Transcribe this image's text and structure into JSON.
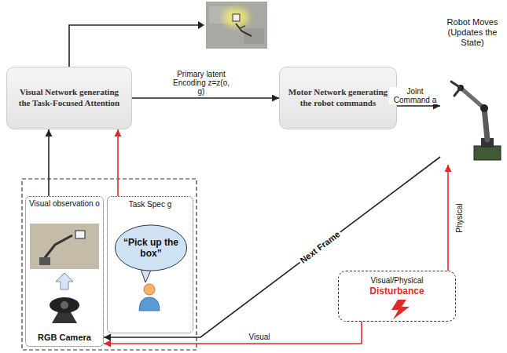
{
  "diagram": {
    "nodes": [
      {
        "text": [
          "Visual Network generating the Task-Focused Attention"
        ]
      },
      {
        "text": [
          "Motor Network generating the robot commands"
        ]
      },
      {
        "text": [
          "Robot Moves (Updates the State)"
        ]
      },
      {
        "text": [
          "Visual observation o",
          "RGB Camera"
        ]
      },
      {
        "text": [
          "Task Spec g"
        ]
      },
      {
        "text": [
          "“Pick up the box”"
        ],
        "in": 4
      },
      {
        "text": [
          "Visual/Physical",
          "Disturbance"
        ]
      }
    ],
    "edges": [
      {
        "from": 3,
        "to": 0,
        "arrow": "to"
      },
      {
        "from": 4,
        "to": 0,
        "arrow": "to"
      },
      {
        "from": 0,
        "to": 1,
        "label": "Primary latent Encoding z=z(o, g)",
        "arrow": "to"
      },
      {
        "from": 1,
        "to": 2,
        "label": "Joint Command a",
        "arrow": "to"
      },
      {
        "from": 2,
        "to": 3,
        "label": "Next Frame",
        "arrow": "to"
      },
      {
        "from": 6,
        "to": 2,
        "label": "Physical",
        "arrow": "to"
      },
      {
        "from": 6,
        "to": 3,
        "label": "Visual",
        "arrow": "to"
      }
    ]
  }
}
